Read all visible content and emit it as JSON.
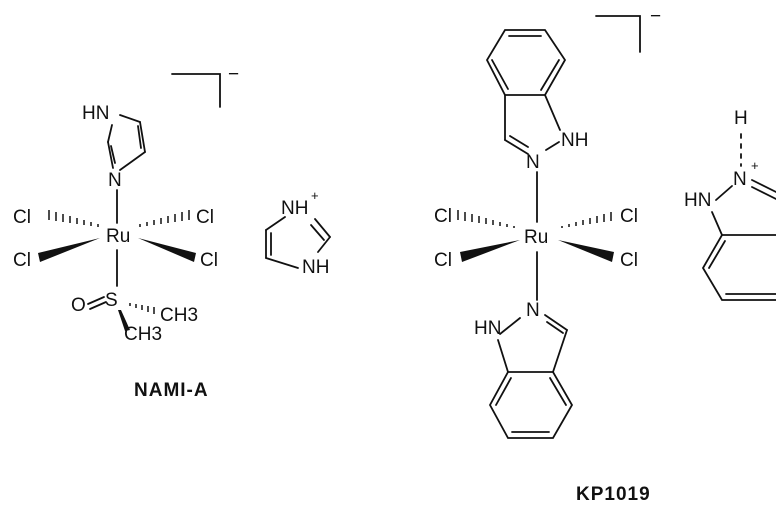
{
  "nami_a": {
    "name": "NAMI-A",
    "charge": "−",
    "ru": "Ru",
    "cl_upper_left": "Cl",
    "cl_upper_right": "Cl",
    "cl_lower_left": "Cl",
    "cl_lower_right": "Cl",
    "imidazole_nh": "HN",
    "imidazole_n": "N",
    "sulfur": "S",
    "oxygen": "O",
    "methyl_right": "CH3",
    "methyl_down": "CH3",
    "counterion_nh_plus": "NH",
    "counterion_plus": "+",
    "counterion_nh": "NH"
  },
  "kp1019": {
    "name": "KP1019",
    "charge": "−",
    "ru": "Ru",
    "cl_upper_left": "Cl",
    "cl_upper_right": "Cl",
    "cl_lower_left": "Cl",
    "cl_lower_right": "Cl",
    "top_indazole_n": "N",
    "top_indazole_nh": "NH",
    "bottom_indazole_n": "N",
    "bottom_indazole_hn": "HN",
    "counterion_h": "H",
    "counterion_n": "N",
    "counterion_plus": "+",
    "counterion_hn": "HN"
  }
}
